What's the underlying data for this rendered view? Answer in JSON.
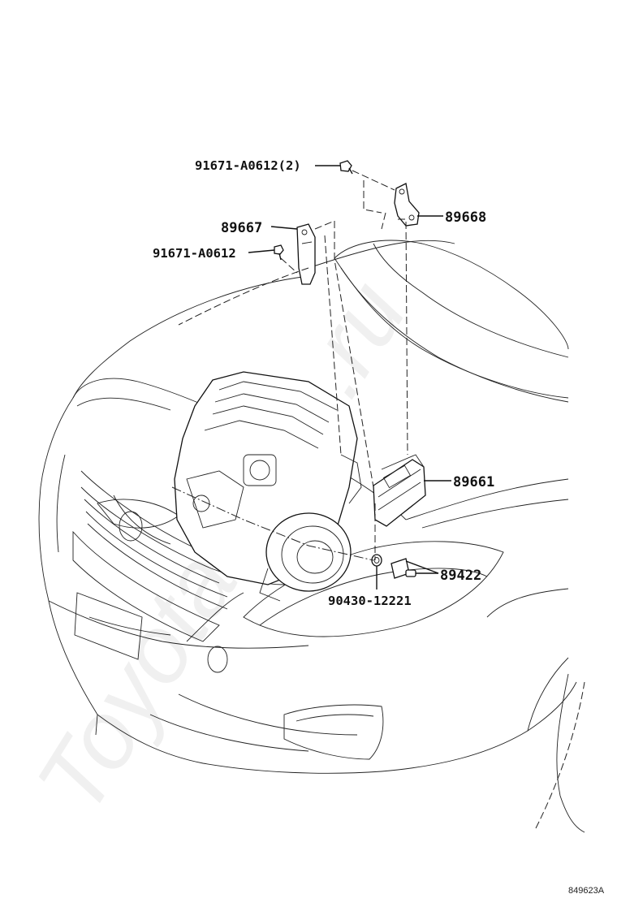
{
  "labels": {
    "p91671_a0612_x2": "91671-A0612(2)",
    "p89668": "89668",
    "p89667": "89667",
    "p91671_a0612": "91671-A0612",
    "p89661": "89661",
    "p89422": "89422",
    "p90430_12221": "90430-12221"
  },
  "ref_code": "849623A",
  "watermark": "ToyotaMine.ru"
}
